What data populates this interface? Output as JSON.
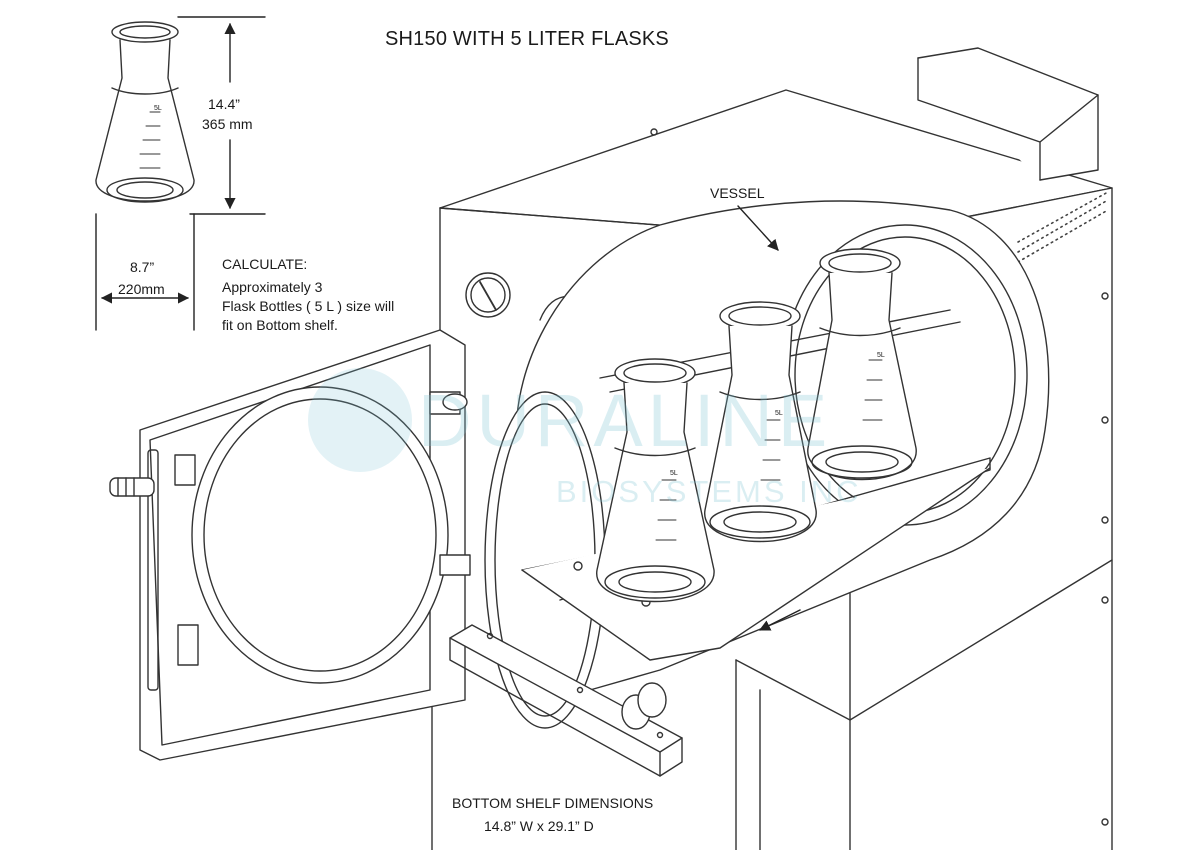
{
  "title": "SH150 WITH 5 LITER FLASKS",
  "flask_height": {
    "imperial": "14.4”",
    "metric": "365 mm"
  },
  "flask_width": {
    "imperial": "8.7”",
    "metric": "220mm"
  },
  "calculate": {
    "heading": "CALCULATE:",
    "lines": [
      "Approximately  3",
      "Flask Bottles ( 5 L ) size will",
      "fit on Bottom shelf."
    ]
  },
  "vessel_label": "VESSEL",
  "bottom_shelf": {
    "heading": "BOTTOM SHELF DIMENSIONS",
    "dimensions": "14.8” W x 29.1” D"
  },
  "watermark": {
    "brand": "DURALINE",
    "sub": "BIOSYSTEMS INC",
    "color": "#7ec4d4"
  },
  "flask_marking": "5L"
}
